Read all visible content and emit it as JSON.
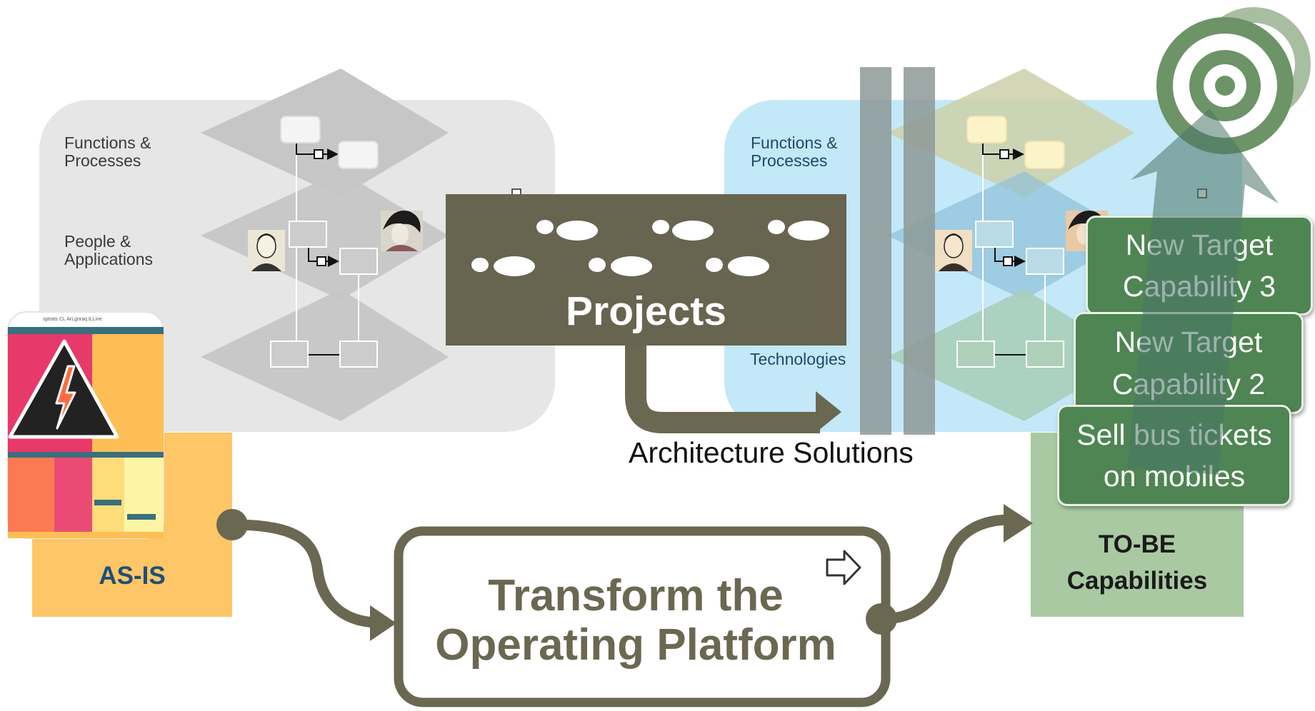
{
  "as_is": {
    "layers": {
      "functions_processes": "Functions &\nProcesses",
      "people_applications": "People &\nApplications"
    },
    "badge_label": "AS-IS",
    "heatmap_header": "sptrats  CL  ArLgnraq  tLLine"
  },
  "to_be": {
    "layers": {
      "functions_processes": "Functions &\nProcesses",
      "technologies": "Technologies"
    },
    "badge_label": "TO-BE\nCapabilities",
    "capability_cards": [
      "New Target\nCapability 3",
      "New Target\nCapability 2",
      "Sell bus tickets\non mobiles"
    ]
  },
  "projects": {
    "label": "Projects",
    "arrow_label": "Architecture Solutions"
  },
  "transform": {
    "label": "Transform the\nOperating Platform"
  },
  "colors": {
    "projects_box": "#676450",
    "flow_arrow": "#6b6852",
    "as_is_orange": "#fec666",
    "to_be_green": "#a9c9a2",
    "capability_card": "#4e8552",
    "target_green": "#6c9467",
    "left_panel": "#e6e6e6",
    "right_panel": "#c3e8f7",
    "warning_red": "#e73a6a"
  },
  "icons": {
    "warning": "warning-triangle-lightning-icon",
    "target": "bullseye-target-icon",
    "footprints": "footprints-icon",
    "portrait": "portrait-icon",
    "export": "export-arrow-icon"
  }
}
